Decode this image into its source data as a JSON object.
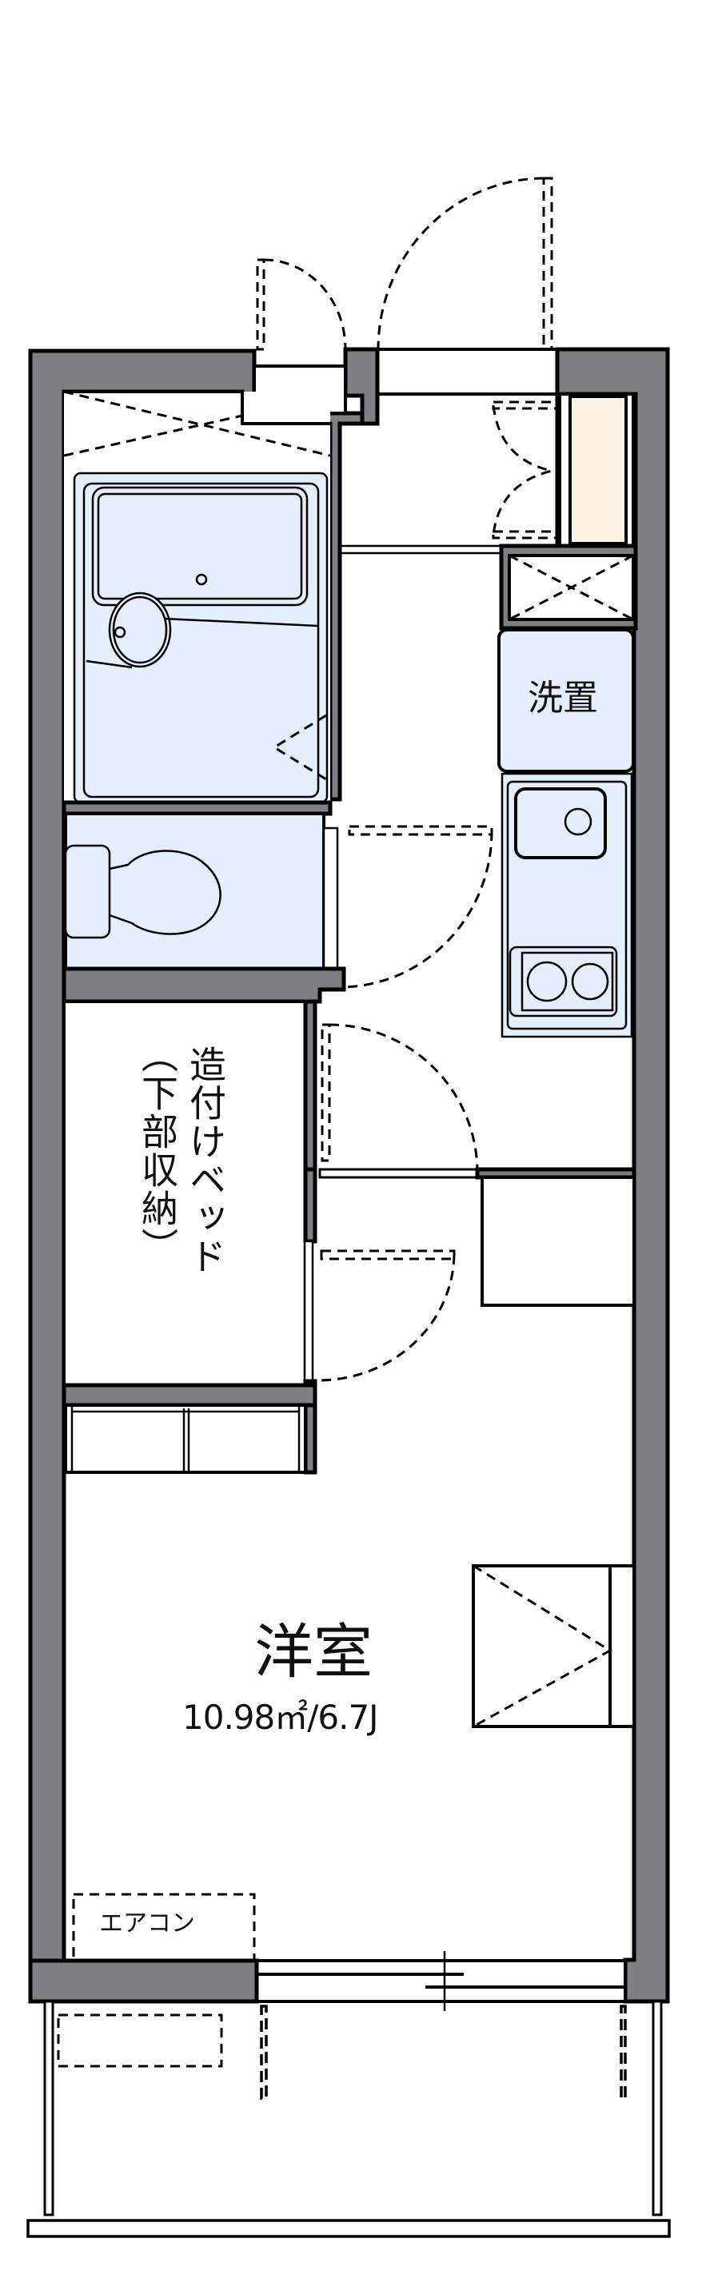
{
  "floorplan": {
    "rooms": {
      "western_room": {
        "name": "洋室",
        "area": "10.98㎡/6.7J"
      },
      "built_in_bed": {
        "label": "造付けベッド",
        "sublabel": "（下部収納）"
      },
      "washer_space": {
        "label": "洗置"
      },
      "air_conditioner": {
        "label": "エアコン"
      }
    },
    "colors": {
      "wall": "#7f7e83",
      "fixture_fill": "#e4eefc",
      "shoe_cabinet_fill": "#fef3e2",
      "line": "#000000",
      "background": "#ffffff"
    },
    "fixtures": [
      "unit-bath",
      "bathtub",
      "wash-basin",
      "toilet",
      "shoe-cabinet",
      "pipe-shaft",
      "washer-space",
      "kitchen-sink",
      "two-burner-stove",
      "refrigerator-space",
      "closet",
      "under-bed-shelf",
      "balcony",
      "outdoor-ac-unit"
    ]
  }
}
